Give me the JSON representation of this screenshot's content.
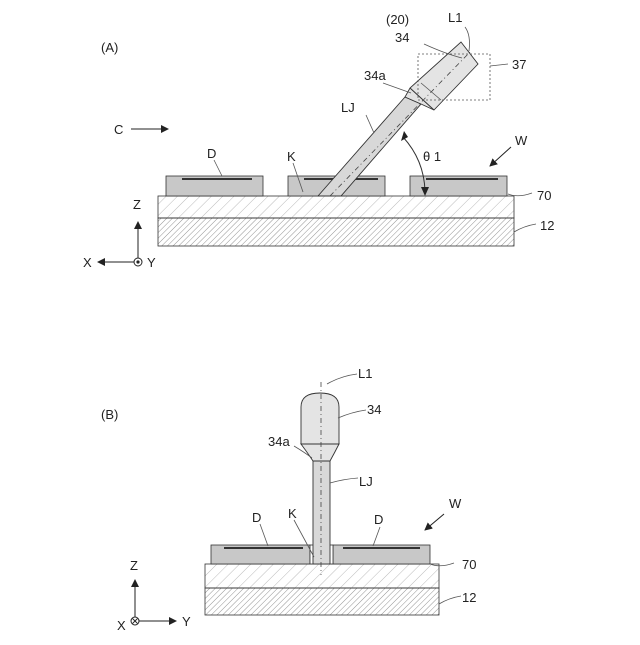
{
  "figure_a": {
    "panel_label": "(A)",
    "label_20": "(20)",
    "label_l1": "L1",
    "label_34": "34",
    "label_37": "37",
    "label_34a": "34a",
    "label_lj": "LJ",
    "label_c": "C",
    "label_d": "D",
    "label_k": "K",
    "label_theta": "θ 1",
    "label_w": "W",
    "label_70": "70",
    "label_12": "12",
    "axis_z": "Z",
    "axis_x": "X",
    "axis_y": "Y"
  },
  "figure_b": {
    "panel_label": "(B)",
    "label_l1": "L1",
    "label_34": "34",
    "label_34a": "34a",
    "label_lj": "LJ",
    "label_k": "K",
    "label_d_left": "D",
    "label_d_right": "D",
    "label_w": "W",
    "label_70": "70",
    "label_12": "12",
    "axis_z": "Z",
    "axis_x": "X",
    "axis_y": "Y"
  },
  "colors": {
    "device_fill": "#c8c8c8",
    "jet_fill": "#d8d8d8",
    "nozzle_fill": "#e4e4e4",
    "line": "#333333"
  }
}
